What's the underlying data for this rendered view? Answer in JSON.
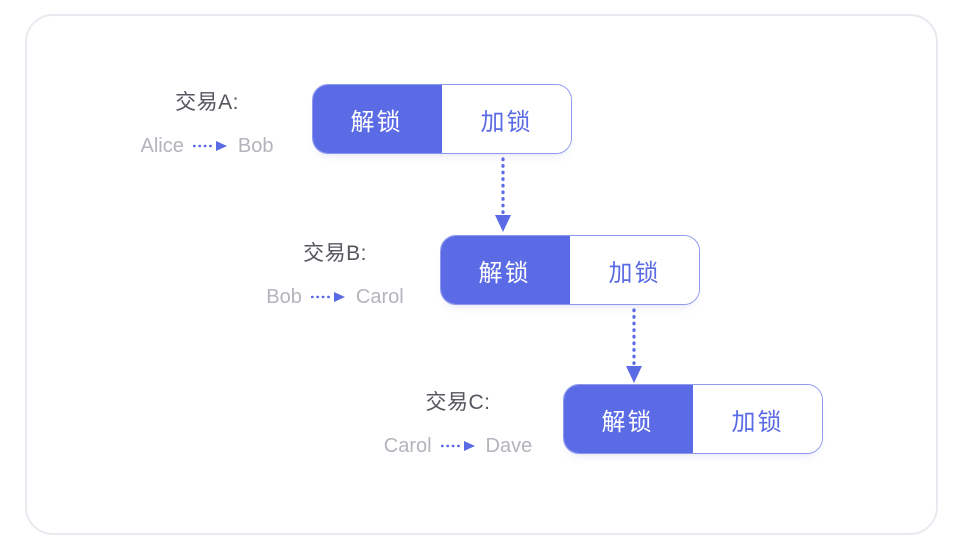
{
  "colors": {
    "accent_blue": "#5b6be6",
    "box_border_blue": "#8f99ec",
    "frame_border_gray": "#e9e9ef",
    "title_gray": "#55565e",
    "party_gray": "#b3b4bc",
    "background": "#ffffff"
  },
  "transactions": [
    {
      "title": "交易A:",
      "from": "Alice",
      "to": "Bob",
      "unlock_label": "解锁",
      "lock_label": "加锁"
    },
    {
      "title": "交易B:",
      "from": "Bob",
      "to": "Carol",
      "unlock_label": "解锁",
      "lock_label": "加锁"
    },
    {
      "title": "交易C:",
      "from": "Carol",
      "to": "Dave",
      "unlock_label": "解锁",
      "lock_label": "加锁"
    }
  ],
  "icons": {
    "mini_arrow": "dotted-arrow-right-icon",
    "flow_arrow": "dotted-arrow-down-icon"
  }
}
